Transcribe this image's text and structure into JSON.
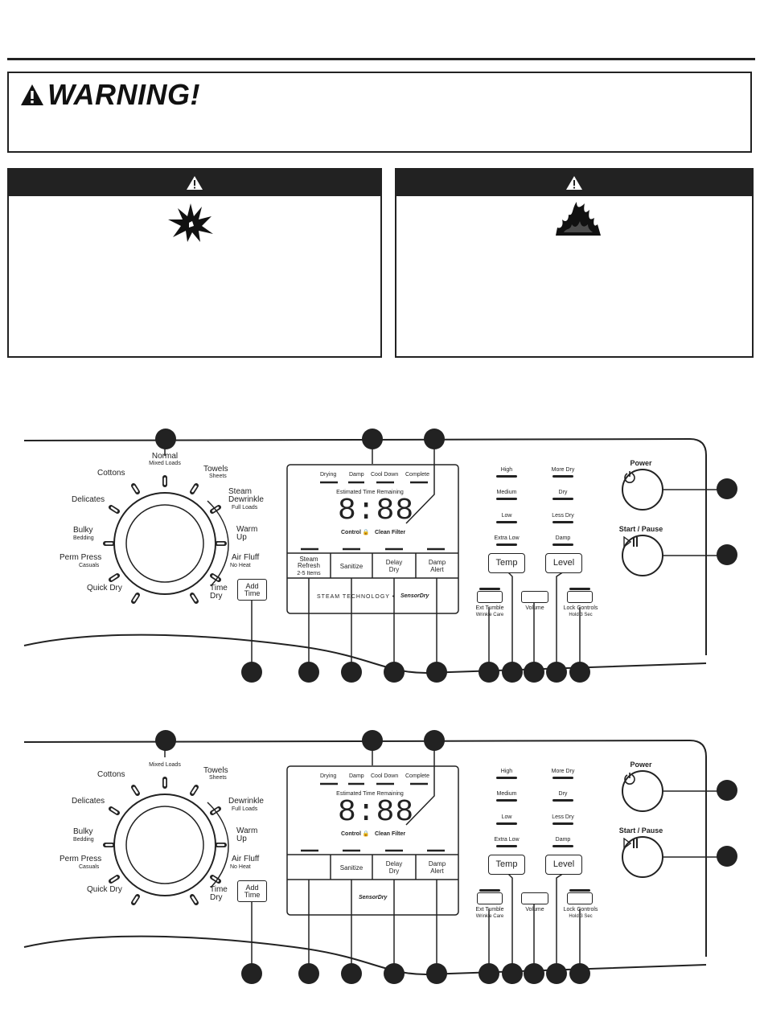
{
  "warning": {
    "title": "WARNING!"
  },
  "panel_a": {
    "dial_labels": {
      "normal": "Normal",
      "normal_sub": "Mixed Loads",
      "cottons": "Cottons",
      "towels": "Towels",
      "towels_sub": "Sheets",
      "steam": "Steam",
      "dewrinkle": "Dewrinkle",
      "dewrinkle_sub": "Full Loads",
      "delicates": "Delicates",
      "warm": "Warm",
      "up": "Up",
      "bulky": "Bulky",
      "bulky_sub": "Bedding",
      "perm": "Perm Press",
      "perm_sub": "Casuals",
      "airfluff": "Air Fluff",
      "airfluff_sub": "No Heat",
      "quickdry": "Quick Dry",
      "time": "Time",
      "dry": "Dry"
    },
    "add_time": "Add Time",
    "display": {
      "status": [
        "Drying",
        "Damp",
        "Cool Down",
        "Complete"
      ],
      "est": "Estimated Time Remaining",
      "digits": "8:88",
      "control": "Control 🔒",
      "clean": "Clean Filter",
      "steam_tech": "STEAM TECHNOLOGY •",
      "sensor": "SensorDry"
    },
    "opt_buttons": [
      "Steam Refresh",
      "Sanitize",
      "Delay Dry",
      "Damp Alert"
    ],
    "opt_sub": "2-5 Items",
    "temp_levels": [
      "High",
      "Medium",
      "Low",
      "Extra Low"
    ],
    "temp_btn": "Temp",
    "dry_levels": [
      "More Dry",
      "Dry",
      "Less Dry",
      "Damp"
    ],
    "level_btn": "Level",
    "ext_tumble": "Ext Tumble",
    "ext_tumble_sub": "Wrinkle Care",
    "volume": "Volume",
    "lock": "Lock Controls",
    "lock_sub": "Hold 3 Sec",
    "power": "Power",
    "start": "Start / Pause"
  },
  "panel_b": {
    "dial_labels": {
      "normal_sub": "Mixed Loads",
      "cottons": "Cottons",
      "towels": "Towels",
      "towels_sub": "Sheets",
      "dewrinkle": "Dewrinkle",
      "dewrinkle_sub": "Full Loads",
      "delicates": "Delicates",
      "warm": "Warm",
      "up": "Up",
      "bulky": "Bulky",
      "bulky_sub": "Bedding",
      "perm": "Perm Press",
      "perm_sub": "Casuals",
      "airfluff": "Air Fluff",
      "airfluff_sub": "No Heat",
      "quickdry": "Quick Dry",
      "time": "Time",
      "dry": "Dry"
    },
    "add_time": "Add Time",
    "display": {
      "status": [
        "Drying",
        "Damp",
        "Cool Down",
        "Complete"
      ],
      "est": "Estimated Time Remaining",
      "digits": "8:88",
      "control": "Control 🔒",
      "clean": "Clean Filter",
      "sensor": "SensorDry"
    },
    "opt_buttons": [
      "",
      "Sanitize",
      "Delay Dry",
      "Damp Alert"
    ],
    "temp_levels": [
      "High",
      "Medium",
      "Low",
      "Extra Low"
    ],
    "temp_btn": "Temp",
    "dry_levels": [
      "More Dry",
      "Dry",
      "Less Dry",
      "Damp"
    ],
    "level_btn": "Level",
    "ext_tumble": "Ext Tumble",
    "ext_tumble_sub": "Wrinkle Care",
    "volume": "Volume",
    "lock": "Lock Controls",
    "lock_sub": "Hold 3 Sec",
    "power": "Power",
    "start": "Start / Pause"
  },
  "icons": {
    "warning": "warning-triangle-icon",
    "explosion": "explosion-icon",
    "fire": "fire-icon",
    "power": "power-icon",
    "play_pause": "play-pause-icon"
  }
}
